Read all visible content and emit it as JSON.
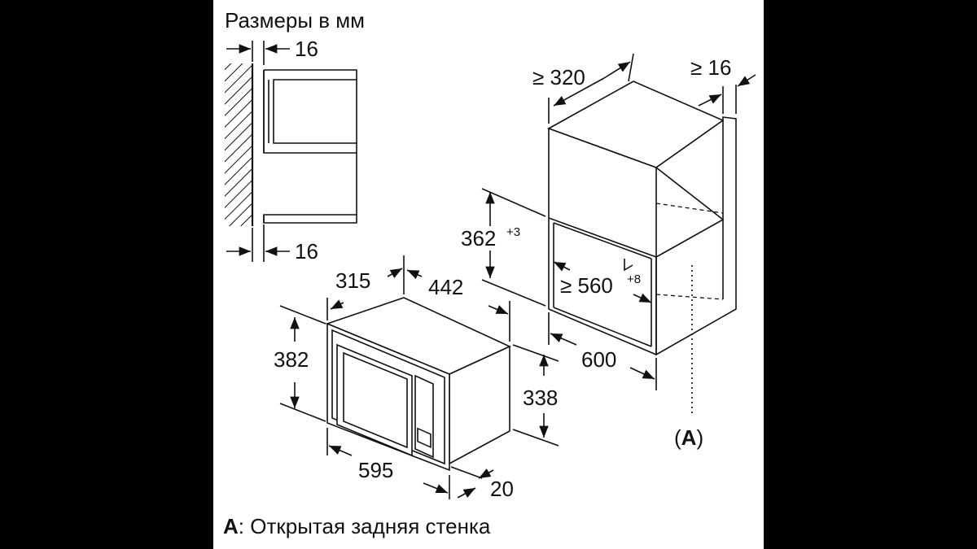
{
  "header": {
    "title": "Размеры в мм"
  },
  "footer": {
    "note_key": "A",
    "note_text": ": Открытая задняя стенка"
  },
  "dimensions": {
    "side_top_gap": "16",
    "side_bottom_gap": "16",
    "depth_315": "315",
    "width_442": "442",
    "height_382": "382",
    "height_338": "338",
    "width_595": "595",
    "front_20": "20",
    "niche_min_320": "≥ 320",
    "niche_min_16": "≥ 16",
    "niche_height": "362",
    "niche_height_tol": "+3",
    "niche_width": "≥ 560",
    "niche_width_tol": "+8",
    "cabinet_depth": "600",
    "marker_a": "(A)"
  }
}
